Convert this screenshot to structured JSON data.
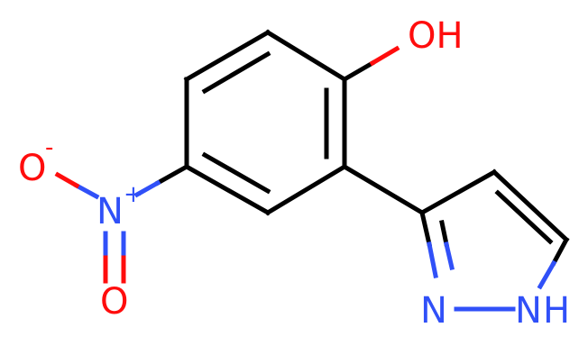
{
  "colors": {
    "bond": "#000000",
    "oxygen": "#ff0d0d",
    "nitrogen": "#3050f8",
    "background": "#ffffff"
  },
  "labels": {
    "hydroxyl": "OH",
    "nitro_o_top": "O",
    "nitro_o_top_charge": "-",
    "nitro_n": "N",
    "nitro_n_charge": "+",
    "nitro_o_bottom": "O",
    "pyrazole_n": "N",
    "pyrazole_nh": "N",
    "pyrazole_nh_h": "H"
  }
}
